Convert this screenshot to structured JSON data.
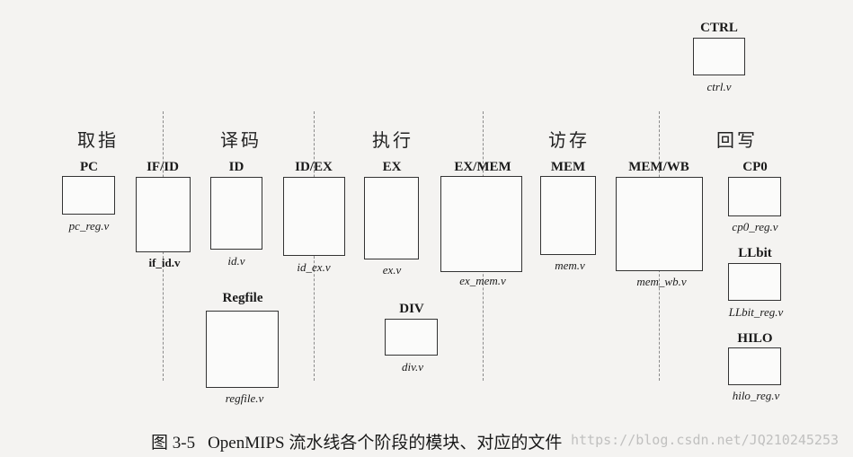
{
  "stages": [
    "取指",
    "译码",
    "执行",
    "访存",
    "回写"
  ],
  "modules": {
    "ctrl": {
      "title": "CTRL",
      "file": "ctrl.v"
    },
    "pc": {
      "title": "PC",
      "file": "pc_reg.v"
    },
    "if_id": {
      "title": "IF/ID",
      "file": "if_id.v"
    },
    "id": {
      "title": "ID",
      "file": "id.v"
    },
    "id_ex": {
      "title": "ID/EX",
      "file": "id_ex.v"
    },
    "ex": {
      "title": "EX",
      "file": "ex.v"
    },
    "ex_mem": {
      "title": "EX/MEM",
      "file": "ex_mem.v"
    },
    "mem": {
      "title": "MEM",
      "file": "mem.v"
    },
    "mem_wb": {
      "title": "MEM/WB",
      "file": "mem_wb.v"
    },
    "cp0": {
      "title": "CP0",
      "file": "cp0_reg.v"
    },
    "llbit": {
      "title": "LLbit",
      "file": "LLbit_reg.v"
    },
    "hilo": {
      "title": "HILO",
      "file": "hilo_reg.v"
    },
    "regfile": {
      "title": "Regfile",
      "file": "regfile.v"
    },
    "div": {
      "title": "DIV",
      "file": "div.v"
    }
  },
  "caption": {
    "number": "图 3-5",
    "text": "OpenMIPS 流水线各个阶段的模块、对应的文件"
  },
  "watermark": "https://blog.csdn.net/JQ210245253"
}
